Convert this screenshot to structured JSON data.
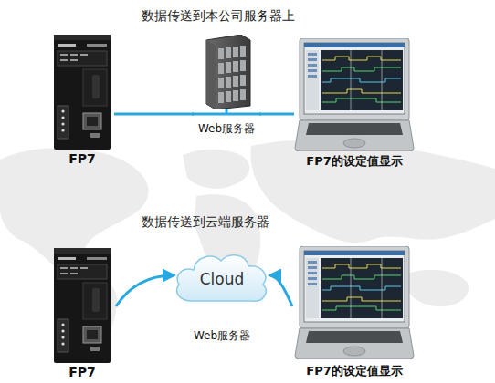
{
  "diagram": {
    "nodes": [
      {
        "text": [
          "FP7"
        ]
      },
      {
        "text": [
          "Web服务器"
        ]
      },
      {
        "text": [
          "FP7的设定值显示"
        ]
      },
      {
        "text": [
          "FP7"
        ]
      },
      {
        "text": [
          "Cloud",
          "Web服务器"
        ]
      },
      {
        "text": [
          "FP7的设定值显示"
        ]
      }
    ],
    "edges": [
      {
        "from": 0,
        "to": 1,
        "arrow": "none"
      },
      {
        "from": 1,
        "to": 2,
        "arrow": "none"
      },
      {
        "from": 3,
        "to": 4,
        "arrow": "to"
      },
      {
        "from": 5,
        "to": 4,
        "arrow": "to"
      }
    ],
    "labels": [
      "数据传送到本公司服务器上",
      "数据传送到云端服务器"
    ]
  }
}
